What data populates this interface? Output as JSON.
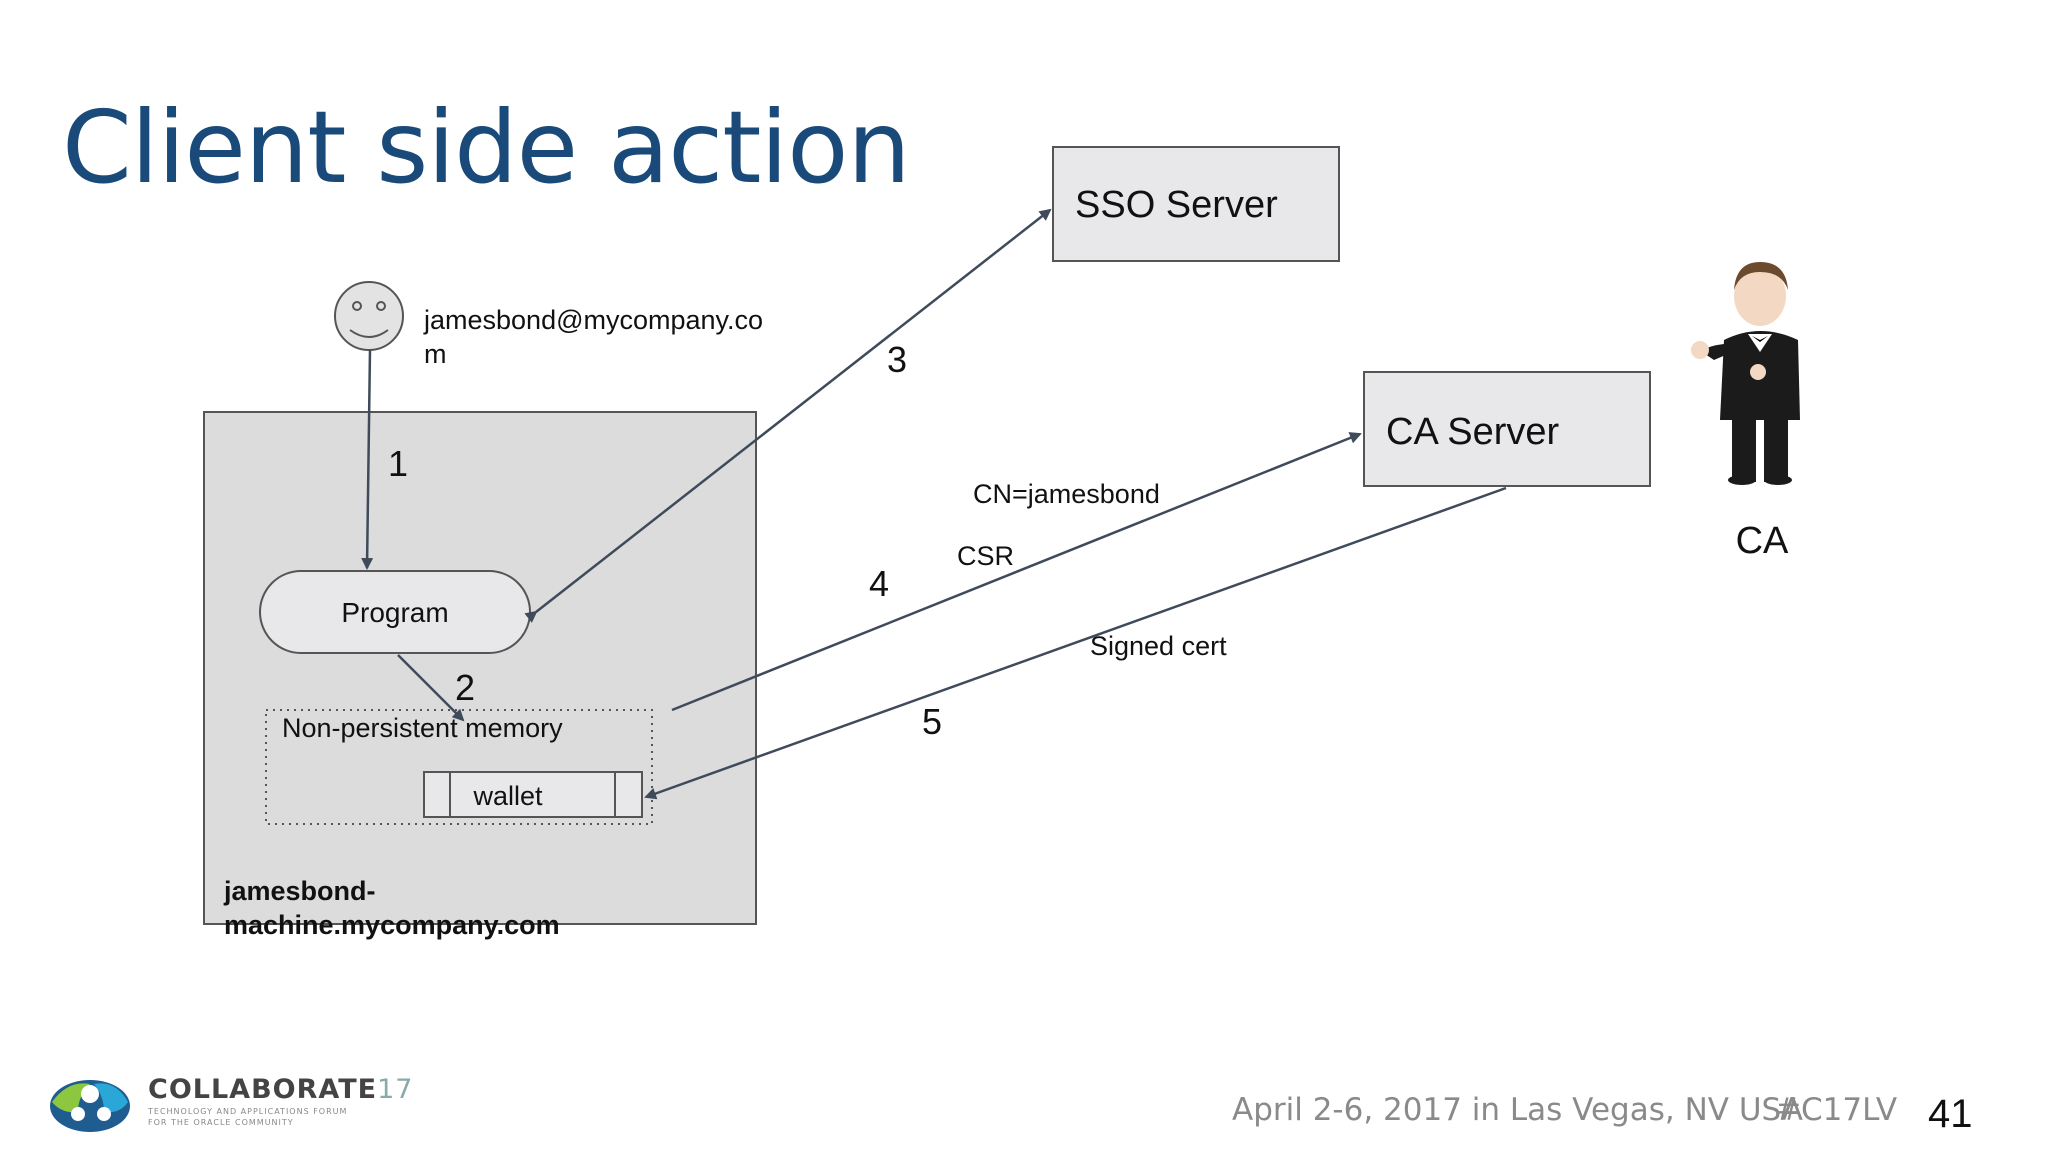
{
  "slide": {
    "title": "Client side action",
    "page_number": "41",
    "footer_date": "April 2-6, 2017 in Las Vegas, NV USA",
    "footer_tag": "#C17LV"
  },
  "logo": {
    "name": "COLLABORATE",
    "year": "17",
    "subtitle_line1": "TECHNOLOGY AND APPLICATIONS FORUM",
    "subtitle_line2": "FOR THE ORACLE COMMUNITY"
  },
  "diagram": {
    "user_email_line1": "jamesbond@mycompany.co",
    "user_email_line2": "m",
    "machine_label_line1": "jamesbond-",
    "machine_label_line2": "machine.mycompany.com",
    "program_label": "Program",
    "memory_label": "Non-persistent memory",
    "wallet_label": "wallet",
    "sso_server_label": "SSO Server",
    "ca_server_label": "CA Server",
    "ca_label": "CA",
    "step1": "1",
    "step2": "2",
    "step3": "3",
    "step4": "4",
    "step5": "5",
    "cn_label": "CN=jamesbond",
    "csr_label": "CSR",
    "signed_cert_label": "Signed cert"
  },
  "colors": {
    "title": "#1a4a7a",
    "box_fill": "#e8e8ea",
    "machine_fill": "#dcdcdc",
    "arrow": "#3f4a5a"
  }
}
